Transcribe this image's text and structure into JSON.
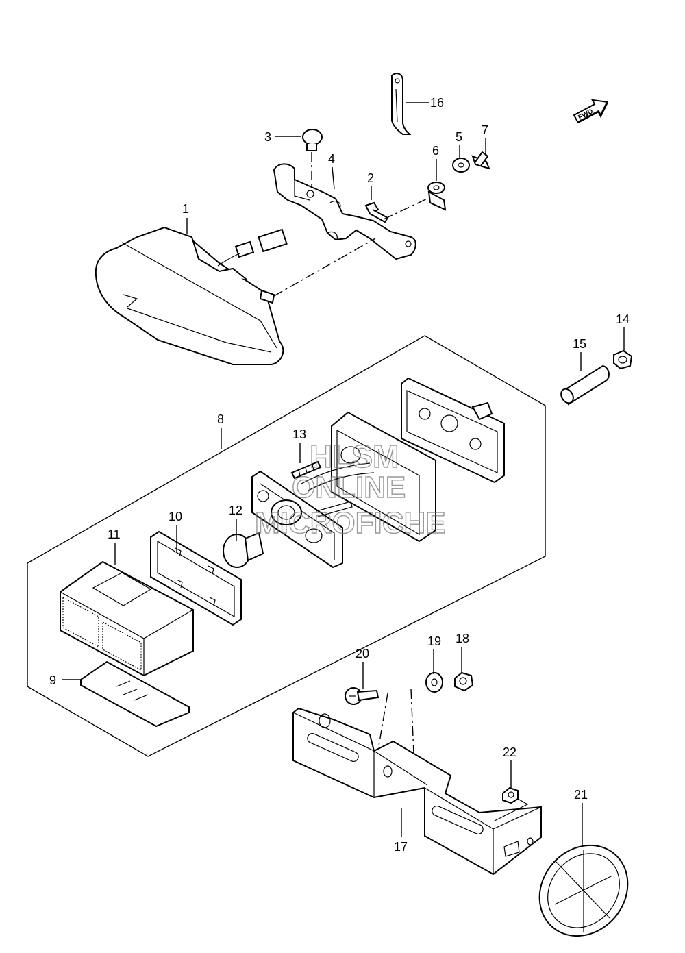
{
  "fwd_badge": "FWD",
  "watermark": [
    "HLSM",
    "ONLINE",
    "MICROFICHE"
  ],
  "callouts": {
    "c1": "1",
    "c2": "2",
    "c3": "3",
    "c4": "4",
    "c5": "5",
    "c6": "6",
    "c7": "7",
    "c8": "8",
    "c9": "9",
    "c10": "10",
    "c11": "11",
    "c12": "12",
    "c13": "13",
    "c14": "14",
    "c15": "15",
    "c16": "16",
    "c17": "17",
    "c18": "18",
    "c19": "19",
    "c20": "20",
    "c21": "21",
    "c22": "22"
  }
}
